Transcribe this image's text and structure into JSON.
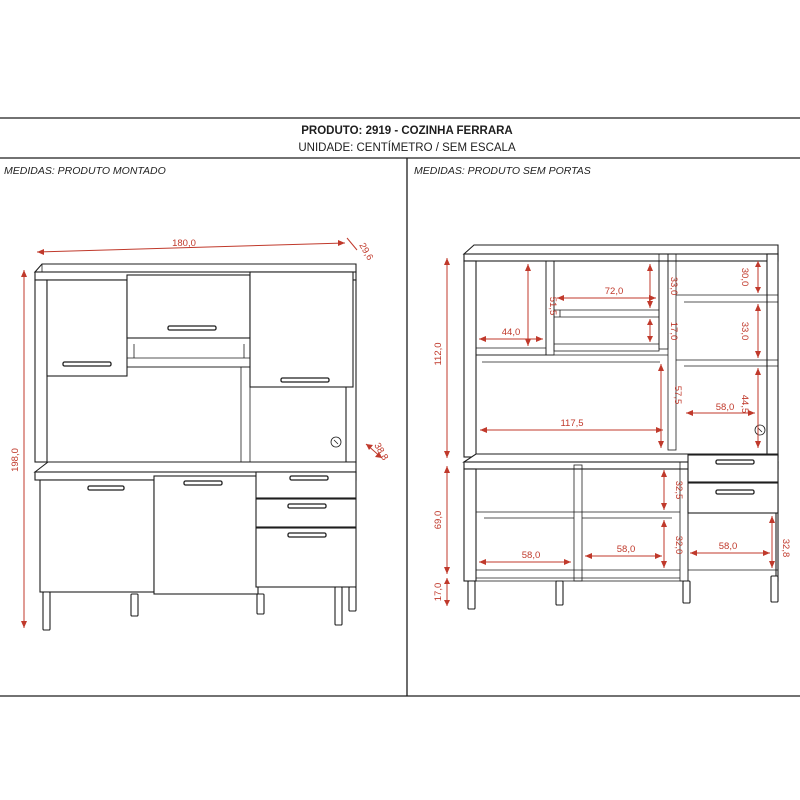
{
  "header": {
    "product": "PRODUTO: 2919 - COZINHA FERRARA",
    "unit": "UNIDADE: CENTÍMETRO / SEM ESCALA"
  },
  "left_panel": {
    "label": "MEDIDAS: PRODUTO MONTADO",
    "dims": {
      "width": "180,0",
      "depth_top": "29,6",
      "height": "198,0",
      "depth_base": "38,8"
    }
  },
  "right_panel": {
    "label": "MEDIDAS: PRODUTO SEM PORTAS",
    "dims": {
      "upper_height": "112,0",
      "base_height": "69,0",
      "leg_height": "17,0",
      "left_niche_height": "51,5",
      "left_niche_width": "44,0",
      "center_niche_width": "72,0",
      "center_top_height": "33,0",
      "center_mid_height": "17,0",
      "right_top_height": "30,0",
      "right_mid_height": "33,0",
      "open_area_width": "117,5",
      "open_area_height": "57,5",
      "right_lower_width": "58,0",
      "right_lower_height": "44,5",
      "base_left_width": "58,0",
      "base_center_width": "58,0",
      "base_upper_height": "32,5",
      "base_lower_height": "32,0",
      "drawer_width": "58,0",
      "drawer_area_height": "32,8"
    }
  },
  "colors": {
    "line": "#1e1e1e",
    "dimension": "#c0392b",
    "background": "#ffffff"
  }
}
